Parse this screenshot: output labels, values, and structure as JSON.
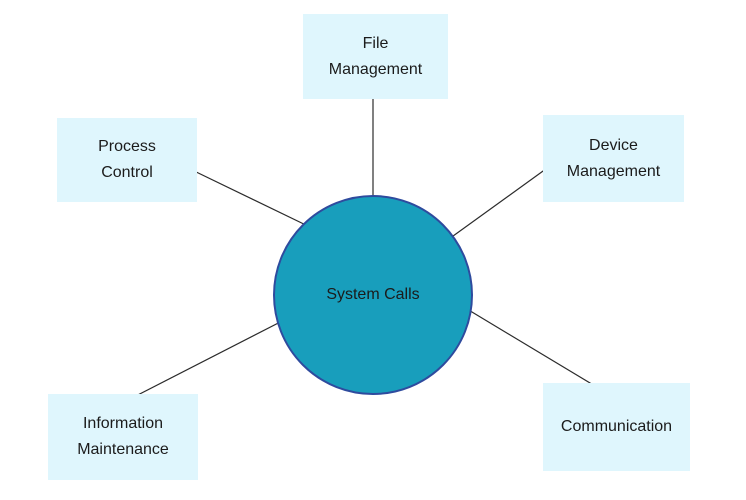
{
  "diagram": {
    "type": "hub-and-spoke",
    "center": {
      "label": "System Calls"
    },
    "nodes": [
      {
        "id": "file-management",
        "label": "File Management"
      },
      {
        "id": "process-control",
        "label": "Process Control"
      },
      {
        "id": "device-management",
        "label": "Device Management"
      },
      {
        "id": "information-maintenance",
        "label": "Information Maintenance"
      },
      {
        "id": "communication",
        "label": "Communication"
      }
    ],
    "colors": {
      "background": "#ffffff",
      "hub_fill": "#189EBC",
      "hub_border": "#2E4B9E",
      "node_fill": "#DFF6FD",
      "connector": "#2b2b2b",
      "text": "#1b1b1b"
    }
  }
}
